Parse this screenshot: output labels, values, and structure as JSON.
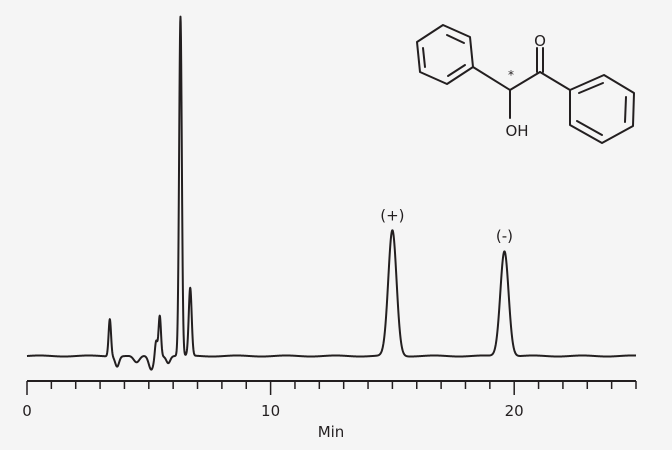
{
  "chart_data": {
    "type": "line",
    "title": "",
    "xlabel": "Min",
    "ylabel": "",
    "xlim": [
      0,
      25
    ],
    "ylim": [
      0,
      100
    ],
    "x_ticks": [
      0,
      10,
      20
    ],
    "x_minor_step": 1,
    "grid": false,
    "colors": {
      "trace": "#231f20",
      "background": "#f5f5f5"
    },
    "series": [
      {
        "peaks": [
          {
            "t": 3.4,
            "h": 11,
            "w": 0.05
          },
          {
            "t": 3.7,
            "h": -3,
            "w": 0.08
          },
          {
            "t": 4.5,
            "h": -2,
            "w": 0.12
          },
          {
            "t": 5.1,
            "h": -4,
            "w": 0.1
          },
          {
            "t": 5.3,
            "h": 5,
            "w": 0.05
          },
          {
            "t": 5.45,
            "h": 12,
            "w": 0.05
          },
          {
            "t": 5.8,
            "h": -2,
            "w": 0.08
          },
          {
            "t": 6.3,
            "h": 100,
            "w": 0.055
          },
          {
            "t": 6.7,
            "h": 20,
            "w": 0.06
          },
          {
            "t": 15.0,
            "h": 37,
            "w": 0.17
          },
          {
            "t": 19.6,
            "h": 31,
            "w": 0.17
          }
        ]
      }
    ],
    "annotations": [
      {
        "text": "(+)",
        "x": 15.0
      },
      {
        "text": "(-)",
        "x": 19.6
      }
    ]
  },
  "structure": {
    "labels": {
      "oxygen": "O",
      "hydroxyl": "OH",
      "stereocenter": "*"
    }
  }
}
